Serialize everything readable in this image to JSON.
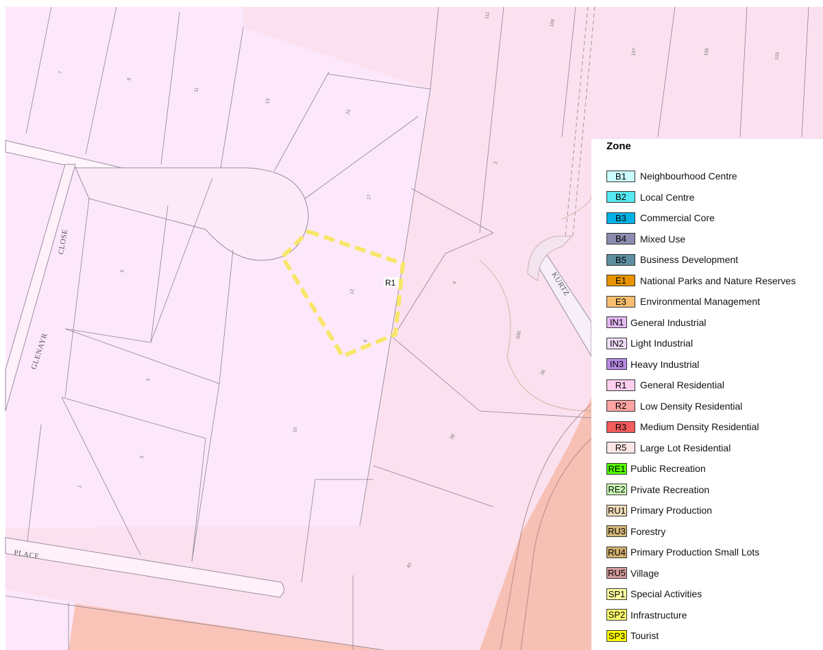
{
  "map": {
    "street_labels": {
      "close": "CLOSE",
      "glenayr": "GLENAYR",
      "place": "PLACE",
      "kurtz": "KURTZ"
    },
    "lot_numbers": [
      "7",
      "9",
      "11",
      "13",
      "15",
      "17",
      "2",
      "4",
      "6",
      "8",
      "3",
      "5",
      "1",
      "10",
      "12",
      "36",
      "38",
      "40",
      "111",
      "109",
      "107",
      "105",
      "103",
      "500"
    ],
    "subject_zone_label": "R1"
  },
  "legend": {
    "title": "Zone",
    "items": [
      {
        "code": "B1",
        "label": "Neighbourhood Centre",
        "color": "#ccffff"
      },
      {
        "code": "B2",
        "label": "Local Centre",
        "color": "#55e8f0"
      },
      {
        "code": "B3",
        "label": "Commercial Core",
        "color": "#00b2e6"
      },
      {
        "code": "B4",
        "label": "Mixed Use",
        "color": "#8c8cb0"
      },
      {
        "code": "B5",
        "label": "Business Development",
        "color": "#5f8fa0"
      },
      {
        "code": "E1",
        "label": "National Parks and Nature Reserves",
        "color": "#e89400"
      },
      {
        "code": "E3",
        "label": "Environmental Management",
        "color": "#f6be6e"
      },
      {
        "code": "IN1",
        "label": "General Industrial",
        "color": "#e4b8f2"
      },
      {
        "code": "IN2",
        "label": "Light Industrial",
        "color": "#f2dcfa"
      },
      {
        "code": "IN3",
        "label": "Heavy Industrial",
        "color": "#b98ae6"
      },
      {
        "code": "R1",
        "label": "General Residential",
        "color": "#ffcff0"
      },
      {
        "code": "R2",
        "label": "Low Density Residential",
        "color": "#ffa3a3"
      },
      {
        "code": "R3",
        "label": "Medium Density Residential",
        "color": "#f25c5c"
      },
      {
        "code": "R5",
        "label": "Large Lot Residential",
        "color": "#ffe6e6"
      },
      {
        "code": "RE1",
        "label": "Public Recreation",
        "color": "#55ff00"
      },
      {
        "code": "RE2",
        "label": "Private Recreation",
        "color": "#ccffb8"
      },
      {
        "code": "RU1",
        "label": "Primary Production",
        "color": "#f0dcb8"
      },
      {
        "code": "RU3",
        "label": "Forestry",
        "color": "#d4b87a"
      },
      {
        "code": "RU4",
        "label": "Primary Production Small Lots",
        "color": "#d2b06e"
      },
      {
        "code": "RU5",
        "label": "Village",
        "color": "#d49c9c"
      },
      {
        "code": "SP1",
        "label": "Special Activities",
        "color": "#ffffa0"
      },
      {
        "code": "SP2",
        "label": "Infrastructure",
        "color": "#ffff6e"
      },
      {
        "code": "SP3",
        "label": "Tourist",
        "color": "#ffff00"
      }
    ]
  }
}
